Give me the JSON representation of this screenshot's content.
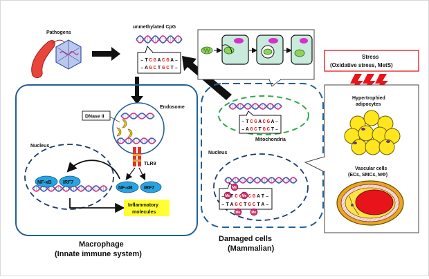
{
  "labels": {
    "pathogens": "Pathogens",
    "unmethylated_cpg": "unmethylated CpG",
    "endosome": "Endosome",
    "dnase": "DNase II",
    "tlr9": "TLR9",
    "nucleus_macrophage": "Nucleus",
    "nfkb_left": "NF-κB",
    "irf7_left": "IRF7",
    "nfkb_right": "NF-κB",
    "irf7_right": "IRF7",
    "inflammatory_1": "Inflammatory",
    "inflammatory_2": "molecules",
    "macrophage_1": "Macrophage",
    "macrophage_2": "(Innate immune system)",
    "mitochondria": "Mitochondria",
    "nucleus_damaged": "Nucleus",
    "damaged_1": "Damaged cells",
    "damaged_2": "(Mammalian)",
    "stress_1": "Stress",
    "stress_2": "(Oxidative stress, MetS)",
    "adipocytes_1": "Hypertrophied",
    "adipocytes_2": "adipocytes",
    "vascular_1": "Vascular cells",
    "vascular_2": "(ECs, SMCs, MΦ)",
    "methyl_mark": "Me"
  },
  "sequences": {
    "cpg_top": [
      "–",
      "T",
      "C",
      "G",
      "A",
      "C",
      "G",
      "A",
      "–"
    ],
    "cpg_bottom": [
      "–",
      "A",
      "G",
      "C",
      "T",
      "G",
      "C",
      "T",
      "–"
    ],
    "mito_top": [
      "–",
      "T",
      "C",
      "G",
      "A",
      "C",
      "G",
      "A",
      "–"
    ],
    "mito_bottom": [
      "–",
      "A",
      "G",
      "C",
      "T",
      "G",
      "C",
      "T",
      "–"
    ],
    "meth_top": [
      "–",
      "A",
      "T",
      "C",
      "G",
      "A",
      "C",
      "G",
      "A",
      "T",
      "–"
    ],
    "meth_bottom": [
      "–",
      "T",
      "A",
      "G",
      "C",
      "T",
      "G",
      "C",
      "T",
      "A",
      "–"
    ]
  },
  "colors": {
    "membrane_blue": "#1f5f9a",
    "mito_green": "#2eaa4a",
    "cpg_red": "#e8141c",
    "nfkb_blue": "#2aa3e0",
    "highlight_yellow": "#ffff33",
    "methyl_pink": "#d2306e"
  }
}
